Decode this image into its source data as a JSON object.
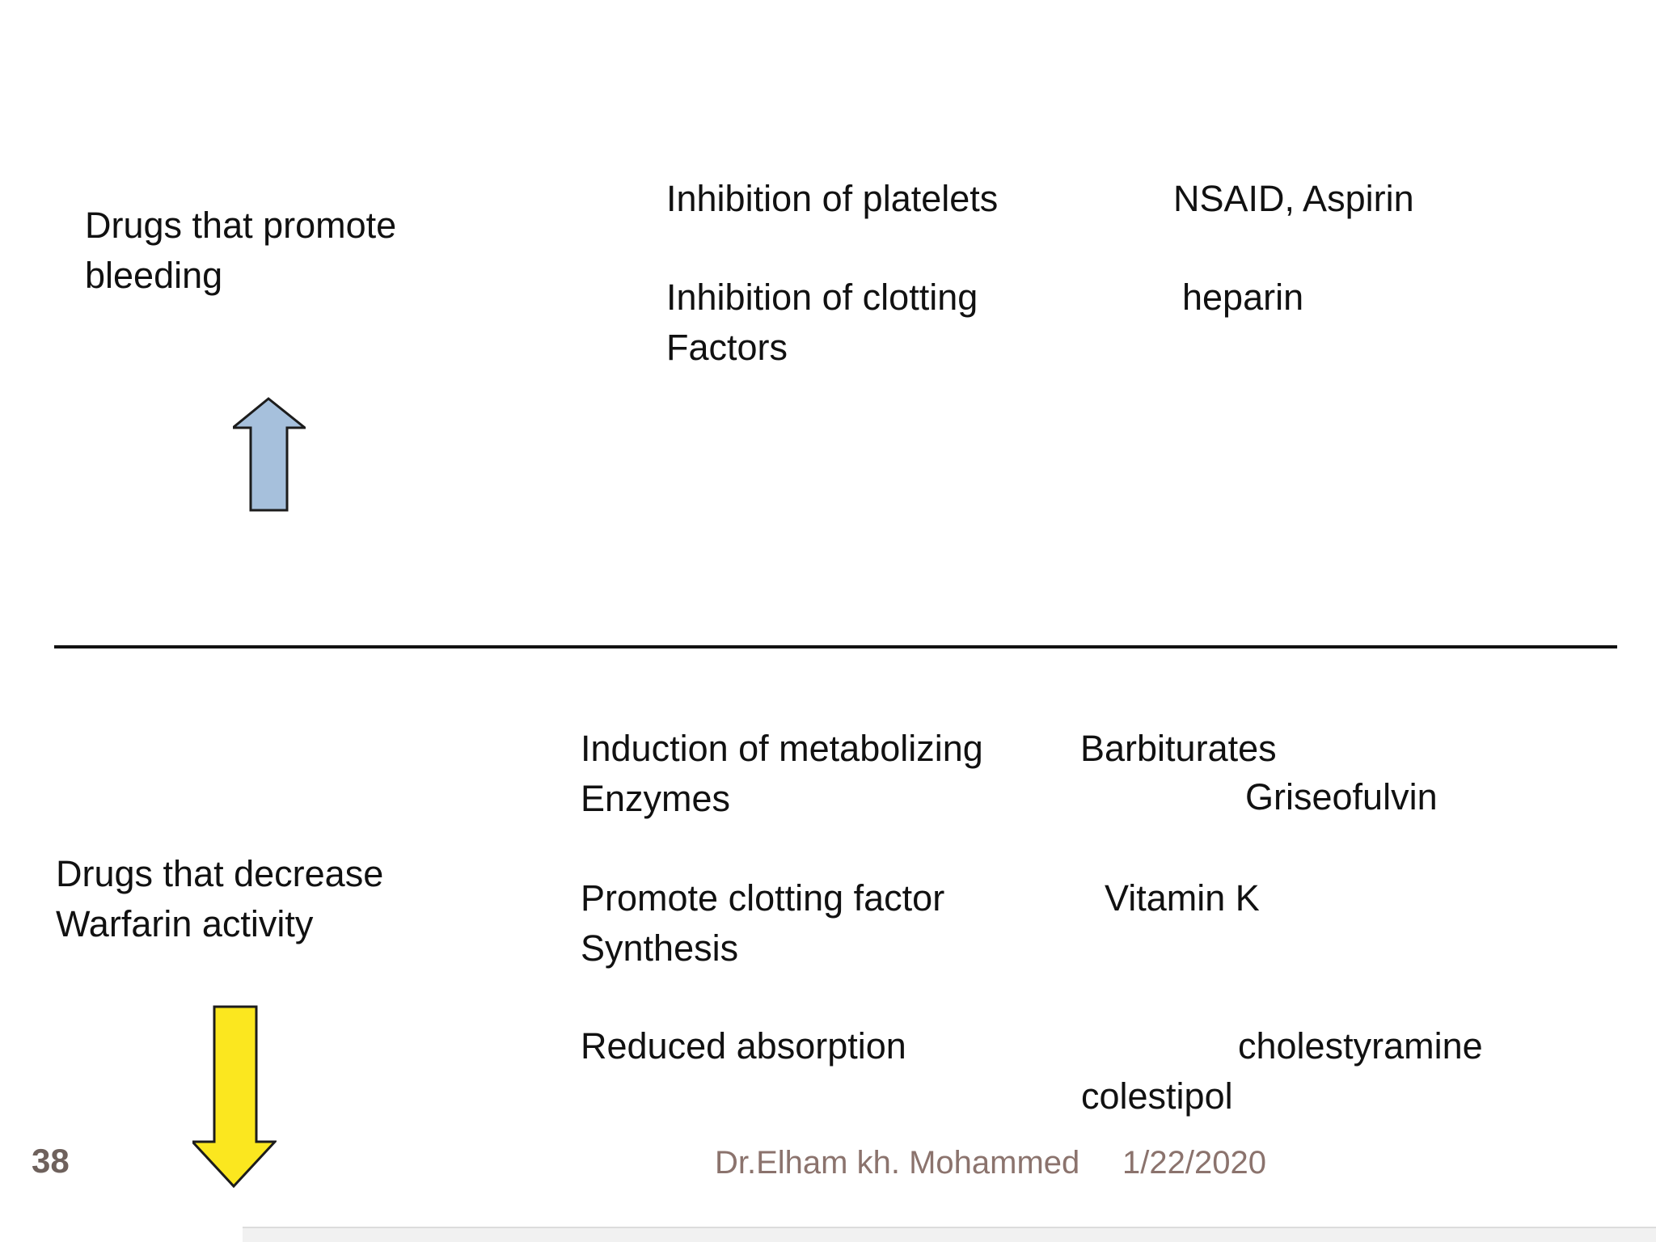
{
  "top_section": {
    "label": "Drugs that promote\nbleeding",
    "rows": [
      {
        "mechanism": "Inhibition of platelets",
        "drug": "NSAID, Aspirin"
      },
      {
        "mechanism": "Inhibition of clotting\nFactors",
        "drug": "heparin"
      }
    ],
    "arrow": {
      "direction": "up",
      "fill": "#a6c0dc"
    }
  },
  "bottom_section": {
    "label": "Drugs that decrease\nWarfarin activity",
    "rows": [
      {
        "mechanism": "Induction of metabolizing\nEnzymes",
        "drug1": "Barbiturates",
        "drug2": "Griseofulvin"
      },
      {
        "mechanism": "Promote clotting factor\nSynthesis",
        "drug1": "Vitamin K"
      },
      {
        "mechanism": "Reduced absorption",
        "drug1": "cholestyramine",
        "drug2": "colestipol"
      }
    ],
    "arrow": {
      "direction": "down",
      "fill": "#fbe71f"
    }
  },
  "footer": {
    "page_number": "38",
    "author": "Dr.Elham kh. Mohammed",
    "date": "1/22/2020"
  },
  "colors": {
    "body_text": "#111111",
    "footer_text": "#8b736d",
    "divider": "#121212",
    "arrow_outline": "#1c1c1c",
    "arrow_up_fill": "#a6c0dc",
    "arrow_down_fill": "#fbe71f"
  }
}
